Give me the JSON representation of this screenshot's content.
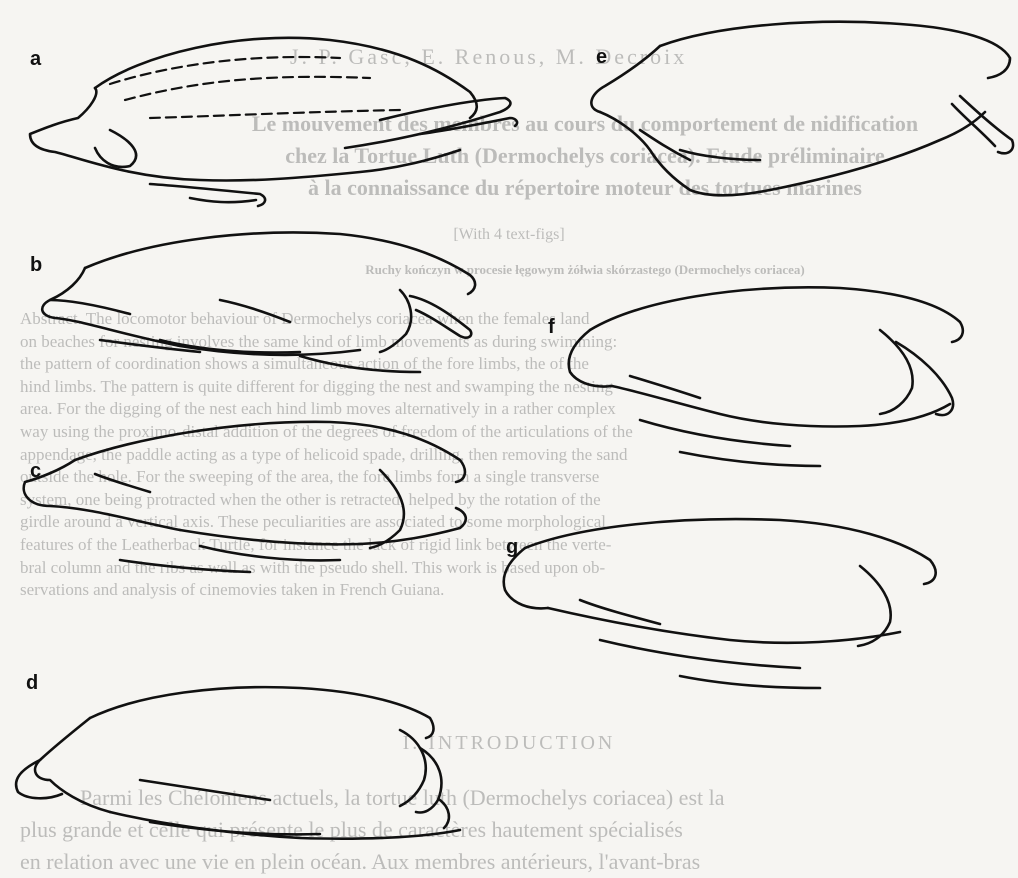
{
  "ghost_text": {
    "header": "J. P. Gasc, E. Renous, M. Decroix",
    "title_lines": [
      "Le mouvement des membres au cours du comportement de nidification",
      "chez la Tortue Luth (Dermochelys coriacea). Etude préliminaire",
      "à la connaissance du répertoire moteur des tortues marines"
    ],
    "text_figs": "[With 4 text-figs]",
    "polish_title": "Ruchy kończyn w procesie łęgowym żółwia skórzastego (Dermochelys coriacea)",
    "abstract_lines": [
      "Abstract. The locomotor behaviour of Dermochelys coriacea when the females land",
      "on beaches for nesting involves the same kind of limb movements as during swimming:",
      "the pattern of coordination shows a simultaneous action of the fore limbs, the of the",
      "hind limbs. The pattern is quite different for digging the nest and swamping the nesting",
      "area. For the digging of the nest each hind limb moves alternatively in a rather complex",
      "way using the proximo-distal addition of the degrees of freedom of the articulations of the",
      "appendage, the paddle acting as a type of helicoid spade, drilling, then removing the sand",
      "outside the hole. For the sweeping of the area, the fore limbs form a single transverse",
      "system, one being protracted when the other is retracted, helped by the rotation of the",
      "girdle around a vertical axis. These peculiarities are associated to some morphological",
      "features of the Leatherback Turtle, for instance the lack of rigid link between the verte-",
      "bral column and the ribs as well as with the pseudo shell. This work is based upon ob-",
      "servations and analysis of cinemovies taken in French Guiana."
    ],
    "intro_heading": "I. INTRODUCTION",
    "intro_lines": [
      "Parmi les Chéloniens actuels, la tortue luth (Dermochelys coriacea) est la",
      "plus grande et celle qui présente le plus de caractères hautement spécialisés",
      "en relation avec une vie en plein océan. Aux membres antérieurs, l'avant-bras"
    ]
  },
  "figure_labels": [
    "a",
    "b",
    "c",
    "d",
    "e",
    "f",
    "g"
  ]
}
